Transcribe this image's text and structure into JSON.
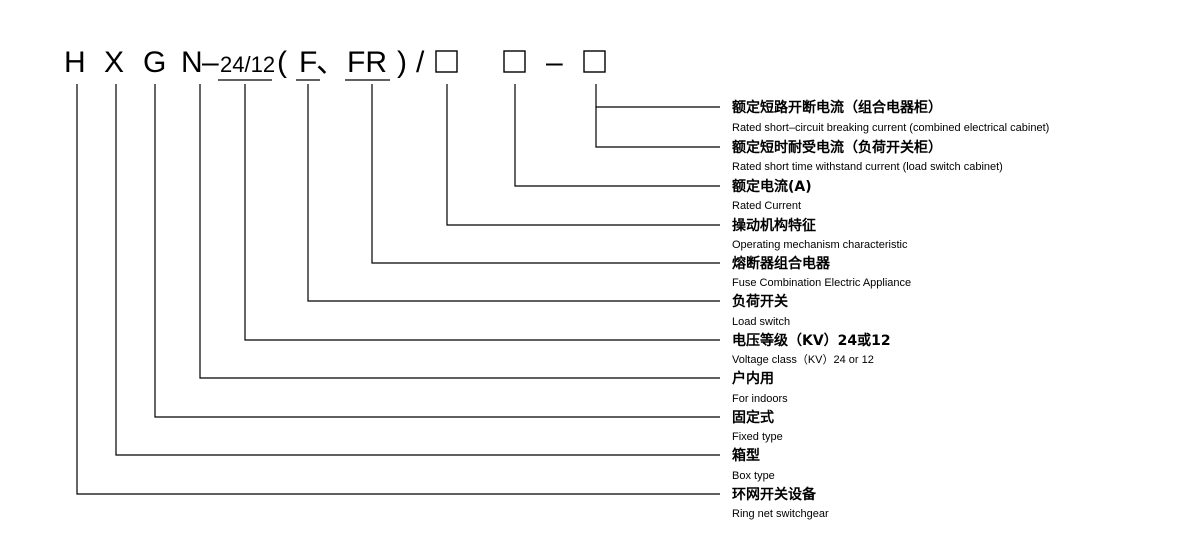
{
  "code": {
    "h": "H",
    "x": "X",
    "g": "G",
    "n": "N",
    "dash1": "–",
    "voltage": "24/12",
    "paren_open": "(",
    "f": "F",
    "dunhao": "、",
    "fr": "FR",
    "paren_close": ")",
    "slash": "/",
    "dash2": "–"
  },
  "labels": [
    {
      "cn": "额定短路开断电流（组合电器柜）",
      "en": "Rated short–circuit breaking current (combined electrical cabinet)"
    },
    {
      "cn": "额定短时耐受电流（负荷开关柜）",
      "en": "Rated short time withstand current (load switch cabinet)"
    },
    {
      "cn": "额定电流(A)",
      "en": "Rated Current"
    },
    {
      "cn": "操动机构特征",
      "en": "Operating mechanism characteristic"
    },
    {
      "cn": "熔断器组合电器",
      "en": "Fuse Combination Electric Appliance"
    },
    {
      "cn": "负荷开关",
      "en": "Load switch"
    },
    {
      "cn": "电压等级（KV）24或12",
      "en": "Voltage class（KV）24 or 12"
    },
    {
      "cn": "户内用",
      "en": "For indoors"
    },
    {
      "cn": "固定式",
      "en": "Fixed type"
    },
    {
      "cn": "箱型",
      "en": "Box type"
    },
    {
      "cn": "环网开关设备",
      "en": "Ring net switchgear"
    }
  ]
}
